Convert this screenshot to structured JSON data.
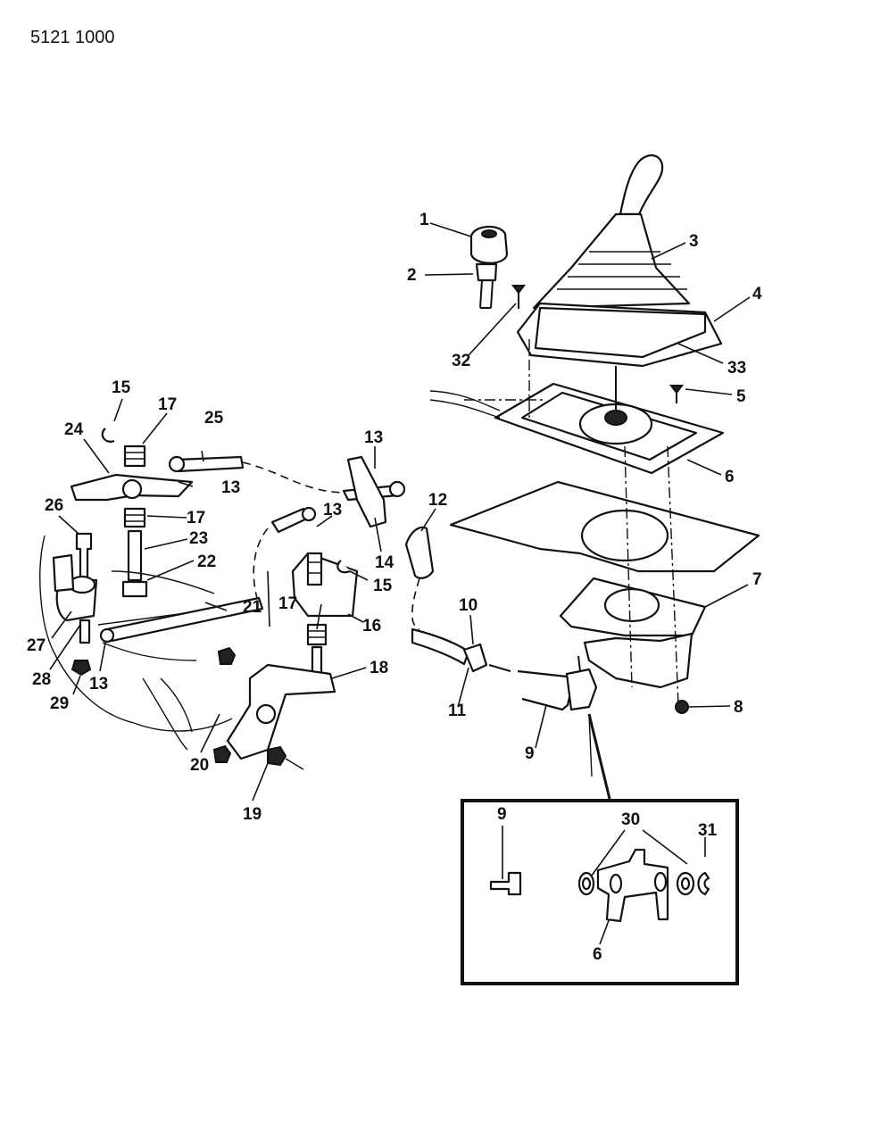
{
  "document_id": "5121 1000",
  "labels": [
    {
      "id": "1",
      "text": "1"
    },
    {
      "id": "2",
      "text": "2"
    },
    {
      "id": "3",
      "text": "3"
    },
    {
      "id": "4",
      "text": "4"
    },
    {
      "id": "5",
      "text": "5"
    },
    {
      "id": "6a",
      "text": "6"
    },
    {
      "id": "7",
      "text": "7"
    },
    {
      "id": "8",
      "text": "8"
    },
    {
      "id": "9a",
      "text": "9"
    },
    {
      "id": "10",
      "text": "10"
    },
    {
      "id": "11",
      "text": "11"
    },
    {
      "id": "12",
      "text": "12"
    },
    {
      "id": "13a",
      "text": "13"
    },
    {
      "id": "13b",
      "text": "13"
    },
    {
      "id": "13c",
      "text": "13"
    },
    {
      "id": "13d",
      "text": "13"
    },
    {
      "id": "14",
      "text": "14"
    },
    {
      "id": "15a",
      "text": "15"
    },
    {
      "id": "15b",
      "text": "15"
    },
    {
      "id": "16",
      "text": "16"
    },
    {
      "id": "17a",
      "text": "17"
    },
    {
      "id": "17b",
      "text": "17"
    },
    {
      "id": "17c",
      "text": "17"
    },
    {
      "id": "18",
      "text": "18"
    },
    {
      "id": "19",
      "text": "19"
    },
    {
      "id": "20",
      "text": "20"
    },
    {
      "id": "21",
      "text": "21"
    },
    {
      "id": "22",
      "text": "22"
    },
    {
      "id": "23",
      "text": "23"
    },
    {
      "id": "24",
      "text": "24"
    },
    {
      "id": "25",
      "text": "25"
    },
    {
      "id": "26",
      "text": "26"
    },
    {
      "id": "27",
      "text": "27"
    },
    {
      "id": "28",
      "text": "28"
    },
    {
      "id": "29",
      "text": "29"
    },
    {
      "id": "32",
      "text": "32"
    },
    {
      "id": "33",
      "text": "33"
    },
    {
      "id": "9b",
      "text": "9"
    },
    {
      "id": "30",
      "text": "30"
    },
    {
      "id": "31",
      "text": "31"
    },
    {
      "id": "6b",
      "text": "6"
    }
  ]
}
